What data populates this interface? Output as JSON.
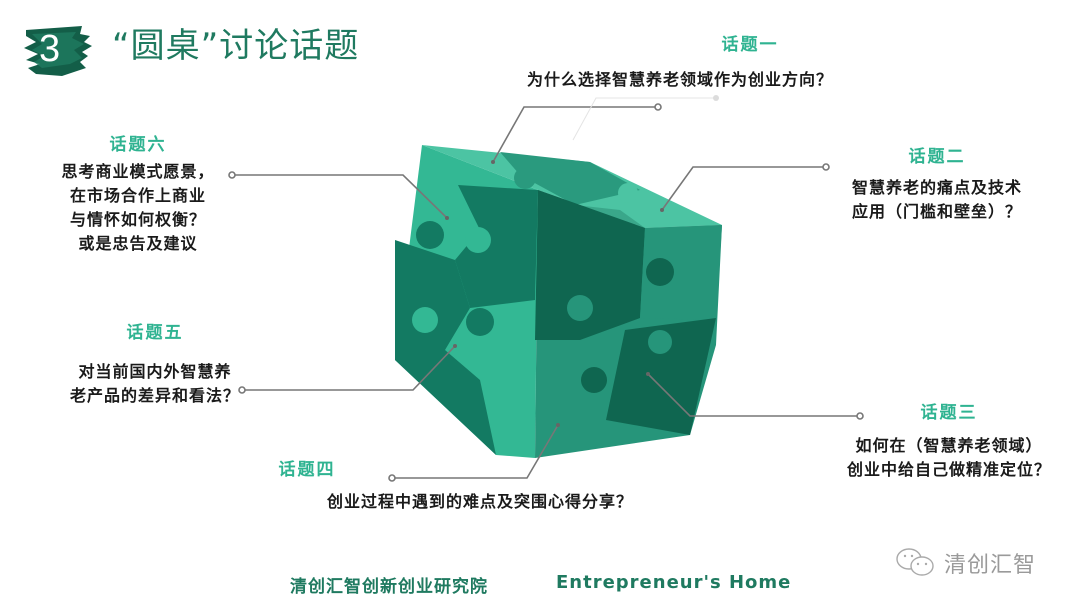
{
  "header": {
    "section_number": "3",
    "title": "“圆桌”讨论话题"
  },
  "topics": [
    {
      "label": "话题一",
      "text": "为什么选择智慧养老领域作为创业方向？"
    },
    {
      "label": "话题二",
      "text": "智慧养老的痛点及技术\n应用（门槛和壁垒）？"
    },
    {
      "label": "话题三",
      "text": "如何在（智慧养老领域）\n创业中给自己做精准定位？"
    },
    {
      "label": "话题四",
      "text": "创业过程中遇到的难点及突围心得分享？"
    },
    {
      "label": "话题五",
      "text": "对当前国内外智慧养\n老产品的差异和看法？"
    },
    {
      "label": "话题六",
      "text": "思考商业模式愿景，\n在市场合作上商业\n与情怀如何权衡？\n或是忠告及建议"
    }
  ],
  "footer": {
    "org_name": "清创汇智创新创业研究院",
    "org_english": "Entrepreneur's Home"
  },
  "watermark": {
    "icon": "wechat-icon",
    "text": "清创汇智"
  },
  "colors": {
    "brand_dark": "#1f7a60",
    "label_green": "#2fb391",
    "cube_light": "#35b996",
    "cube_mid": "#26957a",
    "cube_dark": "#137a62",
    "cube_darkest": "#0f6650",
    "connector": "#777777"
  }
}
